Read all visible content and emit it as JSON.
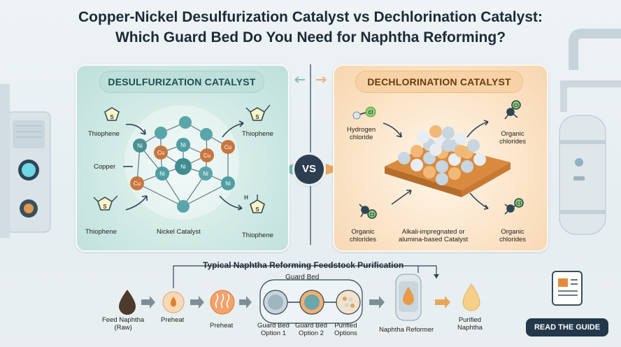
{
  "title": {
    "line1": "Copper-Nickel Desulfurization Catalyst vs Dechlorination Catalyst:",
    "line2": "Which Guard Bed Do You Need for Naphtha Reforming?"
  },
  "left_panel": {
    "heading": "DESULFURIZATION CATALYST",
    "thiophene_top_left": "Thiophene",
    "thiophene_top_right": "Thiophene",
    "copper_label": "Copper",
    "thiophene_bottom_left": "Thiophene",
    "thiophene_bottom_right": "Thiophene",
    "catalyst_label": "Nickel Catalyst",
    "atom_cu": "Cu",
    "atom_ni": "Ni",
    "atom_s": "S",
    "atom_h": "H"
  },
  "vs_label": "VS",
  "right_panel": {
    "heading": "DECHLORINATION CATALYST",
    "hcl_label_1": "Hydrogen",
    "hcl_label_2": "chloride",
    "organic_top_right_1": "Organic",
    "organic_top_right_2": "chlorides",
    "organic_bottom_left_1": "Organic",
    "organic_bottom_left_2": "chlorides",
    "organic_bottom_right_1": "Organic",
    "organic_bottom_right_2": "chlorides",
    "catalyst_label_1": "Alkali-impregnated or",
    "catalyst_label_2": "alumina-based Catalyst",
    "atom_cl": "Cl"
  },
  "process": {
    "title": "Typical Naphtha Reforming Feedstock Purification",
    "guard_bed_title": "Guard Bed",
    "feed_1": "Feed Naphtha",
    "feed_2": "(Raw)",
    "preheat_1": "Preheat",
    "preheat_2": "Preheat",
    "option1_1": "Guard Bed",
    "option1_2": "Option 1",
    "option2_1": "Guard Bed",
    "option2_2": "Option 2",
    "purified_opt_1": "Purified",
    "purified_opt_2": "Options",
    "reformer": "Naphtha Reformer",
    "purified_1": "Purified",
    "purified_2": "Naphtha"
  },
  "cta": {
    "label": "READ THE GUIDE"
  },
  "colors": {
    "teal_panel": "#cfe9e4",
    "orange_panel": "#fbe3c6",
    "navy": "#23384a",
    "copper": "#c8763f",
    "nickel": "#4f9ea3",
    "chlorine": "#8ecf6e"
  }
}
